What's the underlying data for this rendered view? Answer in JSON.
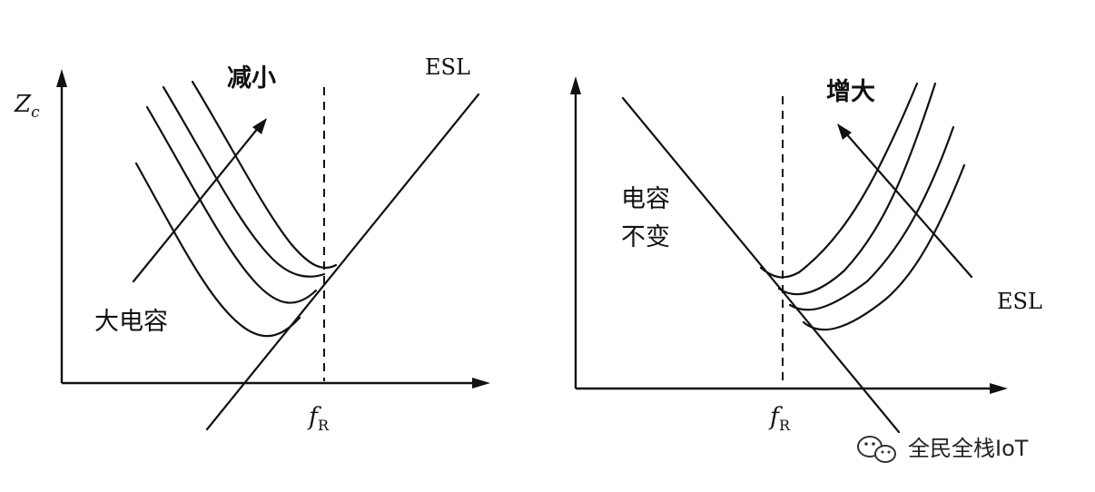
{
  "left_panel": {
    "y_axis_label": "Z",
    "y_axis_subscript": "c",
    "fr_label": "f",
    "fr_subscript": "R",
    "esl_label": "ESL",
    "arrow_label": "减小",
    "cap_label": "大电容"
  },
  "right_panel": {
    "fr_label": "f",
    "fr_subscript": "R",
    "esl_label": "ESL",
    "arrow_label": "增大",
    "cap_label_line1": "电容",
    "cap_label_line2": "不变"
  },
  "watermark": {
    "icon": "wechat-icon",
    "text": "全民全栈IoT"
  }
}
